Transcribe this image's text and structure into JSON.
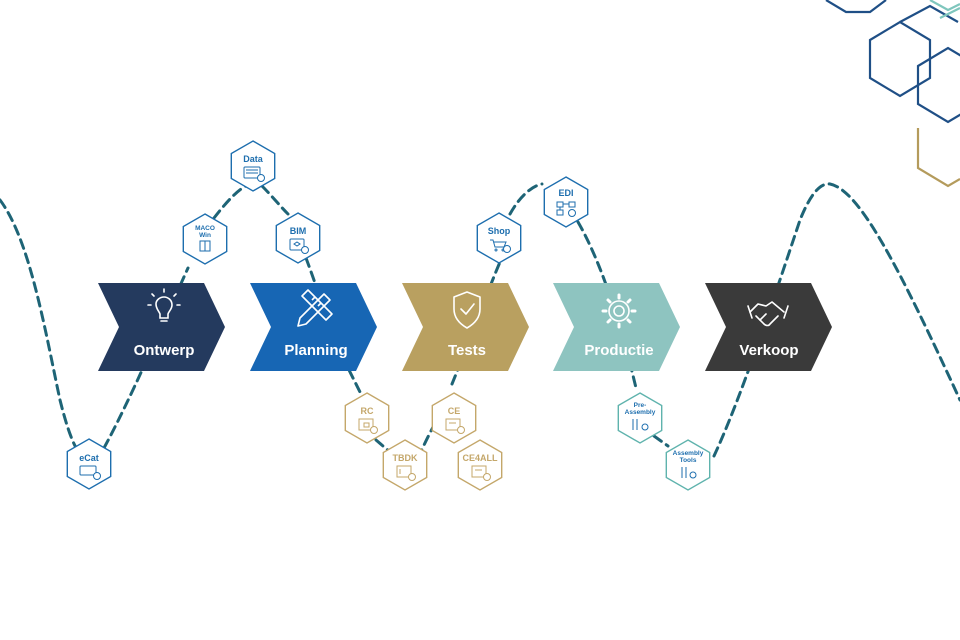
{
  "colors": {
    "navy": "#243a5e",
    "blue": "#1766b4",
    "gold": "#b9a060",
    "teal": "#8ec4c0",
    "dark": "#3a3a3a",
    "path": "#1e6476",
    "hex_blue": "#1d6eae",
    "hex_gold": "#c4a76a",
    "hex_teal": "#5fb3ad",
    "corner_navy": "#1f4f86",
    "corner_teal": "#7fc6bd",
    "corner_gold": "#b49b5c"
  },
  "phases": [
    {
      "label": "Ontwerp",
      "icon": "lightbulb-icon",
      "color": "navy"
    },
    {
      "label": "Planning",
      "icon": "pencil-ruler-icon",
      "color": "blue"
    },
    {
      "label": "Tests",
      "icon": "shield-check-icon",
      "color": "gold"
    },
    {
      "label": "Productie",
      "icon": "gear-icon",
      "color": "teal"
    },
    {
      "label": "Verkoop",
      "icon": "handshake-icon",
      "color": "dark"
    }
  ],
  "tools": {
    "ecat": {
      "label": "eCat"
    },
    "macowin": {
      "label": [
        "MACO",
        "Win"
      ]
    },
    "data": {
      "label": "Data"
    },
    "bim": {
      "label": "BIM"
    },
    "shop": {
      "label": "Shop"
    },
    "edi": {
      "label": "EDI"
    },
    "rc": {
      "label": "RC"
    },
    "tbdk": {
      "label": "TBDK"
    },
    "ce": {
      "label": "CE"
    },
    "ce4all": {
      "label": "CE4ALL"
    },
    "preassembly": {
      "label": [
        "Pre-",
        "Assembly"
      ]
    },
    "assemblytools": {
      "label": [
        "Assembly",
        "Tools"
      ]
    }
  }
}
